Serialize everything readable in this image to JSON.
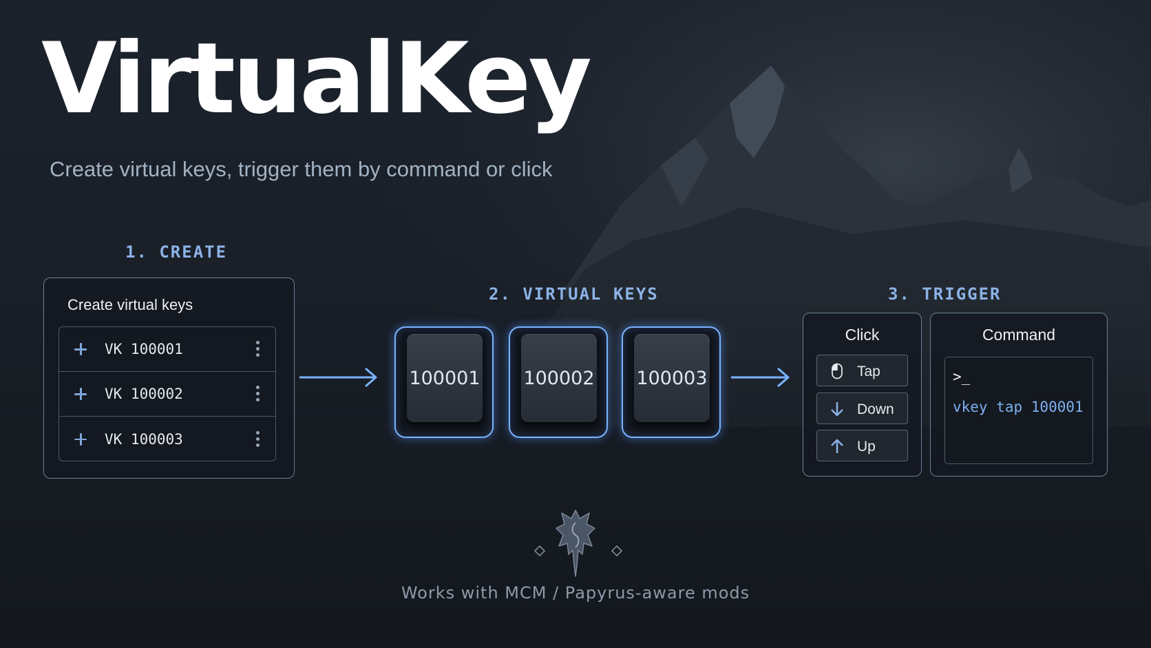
{
  "header": {
    "title": "VirtualKey",
    "subtitle": "Create virtual keys, trigger them by command or click"
  },
  "steps": {
    "create": "1. CREATE",
    "keys": "2. VIRTUAL KEYS",
    "trigger": "3. TRIGGER"
  },
  "create_panel": {
    "heading": "Create virtual keys",
    "items": [
      {
        "label": "VK 100001"
      },
      {
        "label": "VK 100002"
      },
      {
        "label": "VK 100003"
      }
    ]
  },
  "virtual_keys": [
    "100001",
    "100002",
    "100003"
  ],
  "click_panel": {
    "heading": "Click",
    "buttons": [
      {
        "label": "Tap",
        "icon": "mouse-icon"
      },
      {
        "label": "Down",
        "icon": "arrow-down-icon"
      },
      {
        "label": "Up",
        "icon": "arrow-up-icon"
      }
    ]
  },
  "command_panel": {
    "heading": "Command",
    "prompt": ">_",
    "command": "vkey tap 100001"
  },
  "footer": {
    "compat": "Works with MCM / Papyrus-aware mods",
    "emblem_icon": "dragon-emblem-icon"
  },
  "colors": {
    "accent": "#7ab3ff",
    "background": "#1a1f27",
    "step_label": "#8cb3e6",
    "command_text": "#7fb0f0"
  }
}
